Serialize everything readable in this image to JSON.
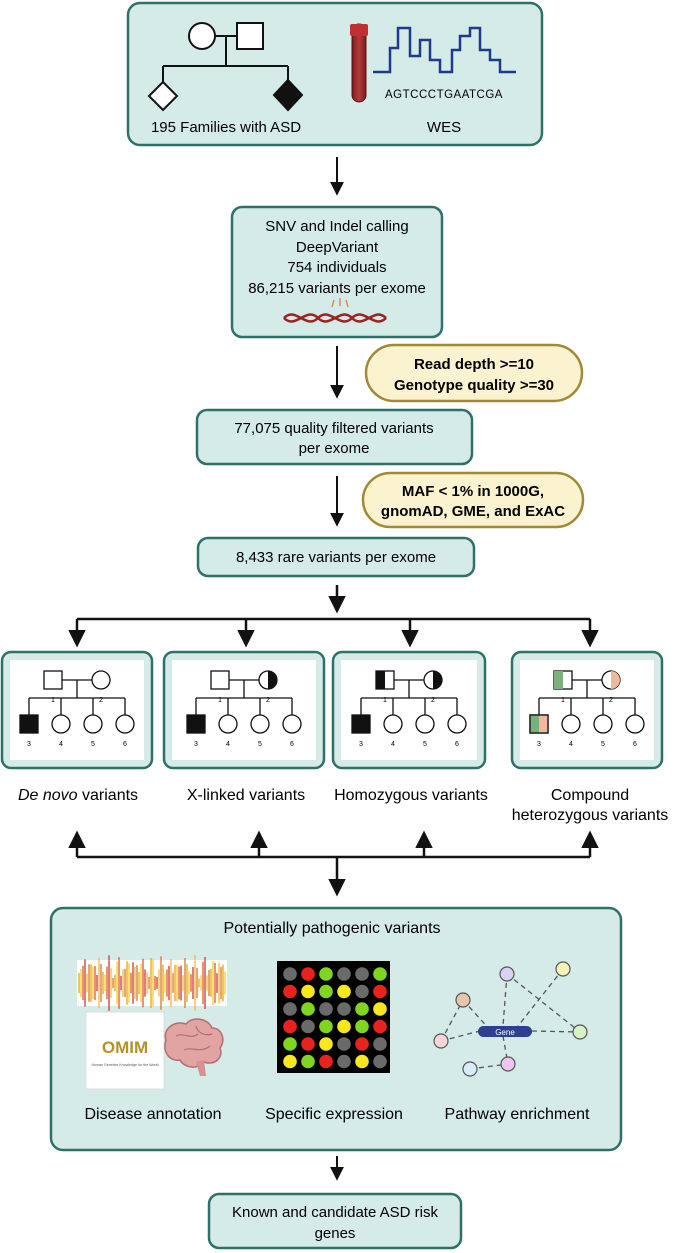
{
  "top": {
    "families_label": "195 Families with ASD",
    "wes_label": "WES",
    "sequence": "AGTCCCTGAATCGA"
  },
  "calling": {
    "line1": "SNV and Indel calling",
    "line2": "DeepVariant",
    "line3": "754 individuals",
    "line4": "86,215 variants per exome"
  },
  "filter1": {
    "line1": "Read depth >=10",
    "line2": "Genotype quality >=30"
  },
  "quality": {
    "line1": "77,075 quality filtered variants",
    "line2": "per exome"
  },
  "filter2": {
    "line1": "MAF < 1% in 1000G,",
    "line2": "gnomAD, GME, and ExAC"
  },
  "rare": {
    "label": "8,433 rare variants per exome"
  },
  "pedigree_numbers": [
    "1",
    "2",
    "3",
    "4",
    "5",
    "6"
  ],
  "inheritance": [
    {
      "label_italic": "De novo",
      "label_rest": " variants"
    },
    {
      "label": "X-linked variants"
    },
    {
      "label": "Homozygous variants"
    },
    {
      "line1": "Compound",
      "line2": "heterozygous variants"
    }
  ],
  "pathogenic": {
    "title": "Potentially pathogenic variants",
    "disease": "Disease annotation",
    "expression": "Specific expression",
    "pathway": "Pathway enrichment",
    "omim_logo": "OMIM",
    "omim_tagline": "Human Genetics Knowledge for the World",
    "gene_label": "Gene"
  },
  "result": {
    "line1": "Known and candidate ASD risk",
    "line2": "genes"
  },
  "colors": {
    "box_fill": "#d4ebe8",
    "box_stroke": "#2f7068",
    "filter_fill": "#fbf3cf",
    "filter_stroke": "#a08a36",
    "affected": "#111111",
    "carrier_green": "#7ab07a",
    "carrier_pink": "#f3b7a0",
    "heat_red": "#e8231d",
    "heat_green": "#7fd51f",
    "heat_yellow": "#f7e71c",
    "heat_grey": "#6a6a6a"
  }
}
